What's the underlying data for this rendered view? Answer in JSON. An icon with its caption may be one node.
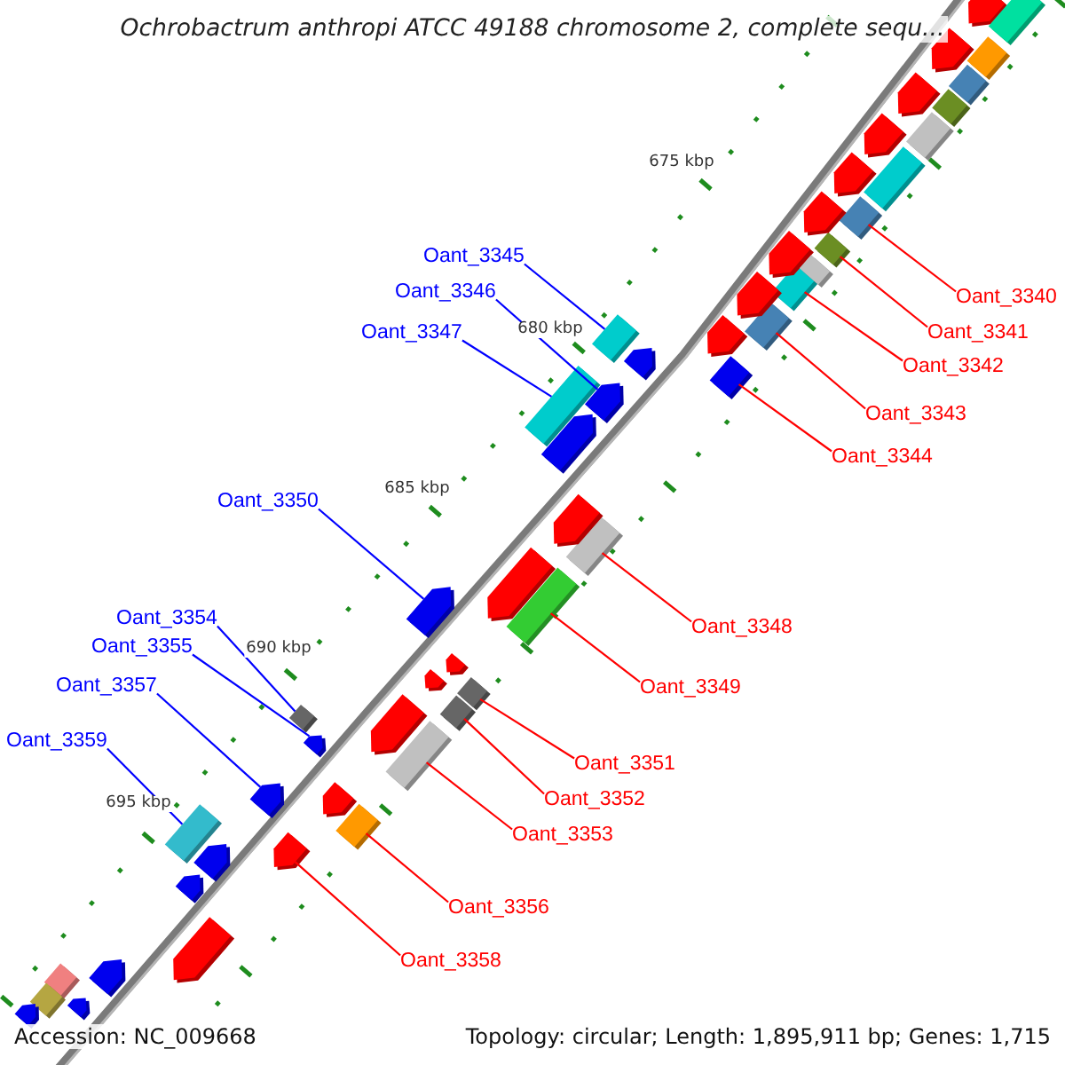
{
  "diagram": {
    "title": "Ochrobactrum anthropi ATCC 49188 chromosome 2, complete sequ...",
    "nodes": [
      {
        "text": [
          "Oant_3340"
        ]
      },
      {
        "text": [],
        "shape": "box"
      },
      {
        "text": [
          "Oant_3341"
        ]
      },
      {
        "text": [],
        "shape": "box"
      },
      {
        "text": [
          "Oant_3342"
        ]
      },
      {
        "text": [],
        "shape": "box"
      },
      {
        "text": [
          "Oant_3343"
        ]
      },
      {
        "text": [],
        "shape": "box"
      },
      {
        "text": [
          "Oant_3344"
        ]
      },
      {
        "text": [],
        "shape": "box"
      },
      {
        "text": [
          "Oant_3345"
        ]
      },
      {
        "text": [],
        "shape": "box"
      },
      {
        "text": [
          "Oant_3346"
        ]
      },
      {
        "text": [],
        "shape": "pentagon"
      },
      {
        "text": [
          "Oant_3347"
        ]
      },
      {
        "text": [],
        "shape": "box"
      },
      {
        "text": [
          "Oant_3348"
        ]
      },
      {
        "text": [],
        "shape": "box"
      },
      {
        "text": [
          "Oant_3349"
        ]
      },
      {
        "text": [],
        "shape": "box"
      },
      {
        "text": [
          "Oant_3350"
        ]
      },
      {
        "text": [],
        "shape": "pentagon"
      },
      {
        "text": [
          "Oant_3351"
        ]
      },
      {
        "text": [],
        "shape": "box"
      },
      {
        "text": [
          "Oant_3352"
        ]
      },
      {
        "text": [],
        "shape": "box"
      },
      {
        "text": [
          "Oant_3353"
        ]
      },
      {
        "text": [],
        "shape": "box"
      },
      {
        "text": [
          "Oant_3354"
        ]
      },
      {
        "text": [],
        "shape": "box"
      },
      {
        "text": [
          "Oant_3355"
        ]
      },
      {
        "text": [],
        "shape": "pentagon"
      },
      {
        "text": [
          "Oant_3356"
        ]
      },
      {
        "text": [],
        "shape": "box"
      },
      {
        "text": [
          "Oant_3357"
        ]
      },
      {
        "text": [],
        "shape": "pentagon"
      },
      {
        "text": [
          "Oant_3358"
        ]
      },
      {
        "text": [],
        "shape": "pentagon"
      },
      {
        "text": [
          "Oant_3359"
        ]
      },
      {
        "text": [],
        "shape": "box"
      },
      {
        "text": [],
        "shape": "pentagon"
      },
      {
        "text": [],
        "shape": "box"
      },
      {
        "text": [],
        "shape": "pentagon"
      },
      {
        "text": [],
        "shape": "box"
      },
      {
        "text": [],
        "shape": "box"
      },
      {
        "text": [],
        "shape": "pentagon"
      },
      {
        "text": [],
        "shape": "box"
      },
      {
        "text": [],
        "shape": "box"
      },
      {
        "text": [],
        "shape": "pentagon"
      },
      {
        "text": [],
        "shape": "pentagon"
      },
      {
        "text": [],
        "shape": "box"
      },
      {
        "text": [],
        "shape": "pentagon"
      },
      {
        "text": [],
        "shape": "pentagon"
      },
      {
        "text": [],
        "shape": "box"
      },
      {
        "text": [],
        "shape": "pentagon"
      },
      {
        "text": [],
        "shape": "pentagon"
      },
      {
        "text": [],
        "shape": "pentagon"
      },
      {
        "text": [],
        "shape": "pentagon"
      },
      {
        "text": [],
        "shape": "pentagon"
      },
      {
        "text": [],
        "shape": "pentagon"
      },
      {
        "text": [],
        "shape": "pentagon"
      },
      {
        "text": [],
        "shape": "pentagon"
      },
      {
        "text": [],
        "shape": "pentagon"
      },
      {
        "text": [],
        "shape": "pentagon"
      },
      {
        "text": [],
        "shape": "pentagon"
      },
      {
        "text": [],
        "shape": "pentagon"
      },
      {
        "text": [],
        "shape": "pentagon"
      },
      {
        "text": [],
        "shape": "pentagon"
      },
      {
        "text": [],
        "shape": "box"
      },
      {
        "text": [],
        "shape": "box"
      },
      {
        "text": [],
        "shape": "pentagon"
      },
      {
        "text": [],
        "shape": "pentagon"
      }
    ],
    "edges": [
      {
        "from": 0,
        "to": 1,
        "arrow": "none"
      },
      {
        "from": 2,
        "to": 3,
        "arrow": "none"
      },
      {
        "from": 4,
        "to": 5,
        "arrow": "none"
      },
      {
        "from": 6,
        "to": 7,
        "arrow": "none"
      },
      {
        "from": 8,
        "to": 9,
        "arrow": "none"
      },
      {
        "from": 10,
        "to": 11,
        "arrow": "none",
        "color": "#0000ff"
      },
      {
        "from": 12,
        "to": 13,
        "arrow": "none",
        "color": "#0000ff"
      },
      {
        "from": 14,
        "to": 15,
        "arrow": "none",
        "color": "#0000ff"
      },
      {
        "from": 16,
        "to": 17,
        "arrow": "none"
      },
      {
        "from": 18,
        "to": 19,
        "arrow": "none"
      },
      {
        "from": 20,
        "to": 21,
        "arrow": "none",
        "color": "#0000ff"
      },
      {
        "from": 22,
        "to": 23,
        "arrow": "none"
      },
      {
        "from": 24,
        "to": 25,
        "arrow": "none"
      },
      {
        "from": 26,
        "to": 27,
        "arrow": "none"
      },
      {
        "from": 28,
        "to": 29,
        "arrow": "none",
        "color": "#0000ff"
      },
      {
        "from": 30,
        "to": 31,
        "arrow": "none",
        "color": "#0000ff"
      },
      {
        "from": 32,
        "to": 33,
        "arrow": "none"
      },
      {
        "from": 34,
        "to": 35,
        "arrow": "none",
        "color": "#0000ff"
      },
      {
        "from": 36,
        "to": 37,
        "arrow": "none"
      },
      {
        "from": 38,
        "to": 39,
        "arrow": "none",
        "color": "#0000ff"
      }
    ],
    "labels": [
      "675 kbp",
      "680 kbp",
      "685 kbp",
      "690 kbp",
      "695 kbp",
      "Accession: NC_009668",
      "Topology: circular; Length: 1,895,911 bp; Genes: 1,715"
    ]
  }
}
